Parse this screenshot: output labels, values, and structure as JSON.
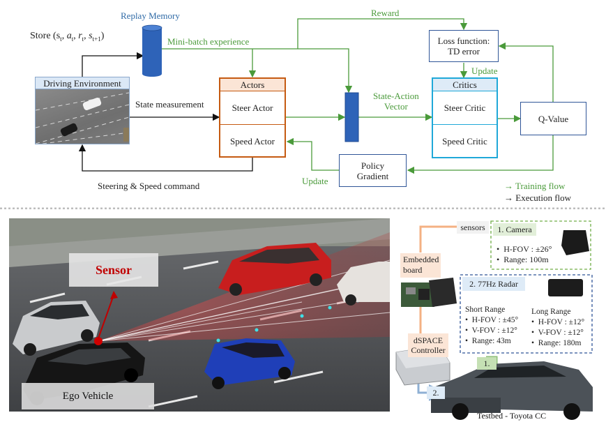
{
  "diagram": {
    "store_label": "Store (s",
    "store_parts": [
      "t",
      "a",
      "t",
      "r",
      "t",
      "s",
      "t+1"
    ],
    "replay_memory": "Replay Memory",
    "mini_batch": "Mini-batch experience",
    "reward": "Reward",
    "loss_line1": "Loss function:",
    "loss_line2": "TD error",
    "update_top": "Update",
    "driving_env": "Driving Environment",
    "state_measurement": "State measurement",
    "actors_title": "Actors",
    "steer_actor": "Steer Actor",
    "speed_actor": "Speed Actor",
    "state_action_1": "State-Action",
    "state_action_2": "Vector",
    "critics_title": "Critics",
    "steer_critic": "Steer Critic",
    "speed_critic": "Speed Critic",
    "q_value": "Q-Value",
    "policy_1": "Policy",
    "policy_2": "Gradient",
    "update_bottom": "Update",
    "steering_command": "Steering & Speed command",
    "legend_training": "→ Training flow",
    "legend_execution": "→ Execution flow"
  },
  "scene": {
    "sensor_label": "Sensor",
    "ego_label": "Ego Vehicle"
  },
  "hardware": {
    "sensors": "sensors",
    "camera_title": "1. Camera",
    "camera_specs": [
      "H-FOV : ±26°",
      "Range: 100m"
    ],
    "radar_title": "2. 77Hz Radar",
    "short_range_title": "Short Range",
    "short_range_specs": [
      "H-FOV : ±45°",
      "V-FOV : ±12°",
      "Range: 43m"
    ],
    "long_range_title": "Long Range",
    "long_range_specs": [
      "H-FOV : ±12°",
      "V-FOV : ±12°",
      "Range: 180m"
    ],
    "embedded_1": "Embedded",
    "embedded_2": "board",
    "dspace_1": "dSPACE",
    "dspace_2": "Controller",
    "num1": "1.",
    "num2": "2.",
    "testbed": "Testbed - Toyota CC"
  },
  "colors": {
    "training_green": "#4a9a3a",
    "actor_orange": "#c55a11",
    "critic_cyan": "#1fa8d8",
    "box_blue": "#2f5597",
    "replay_blue": "#2e63b8",
    "sensor_red": "#c00000"
  }
}
